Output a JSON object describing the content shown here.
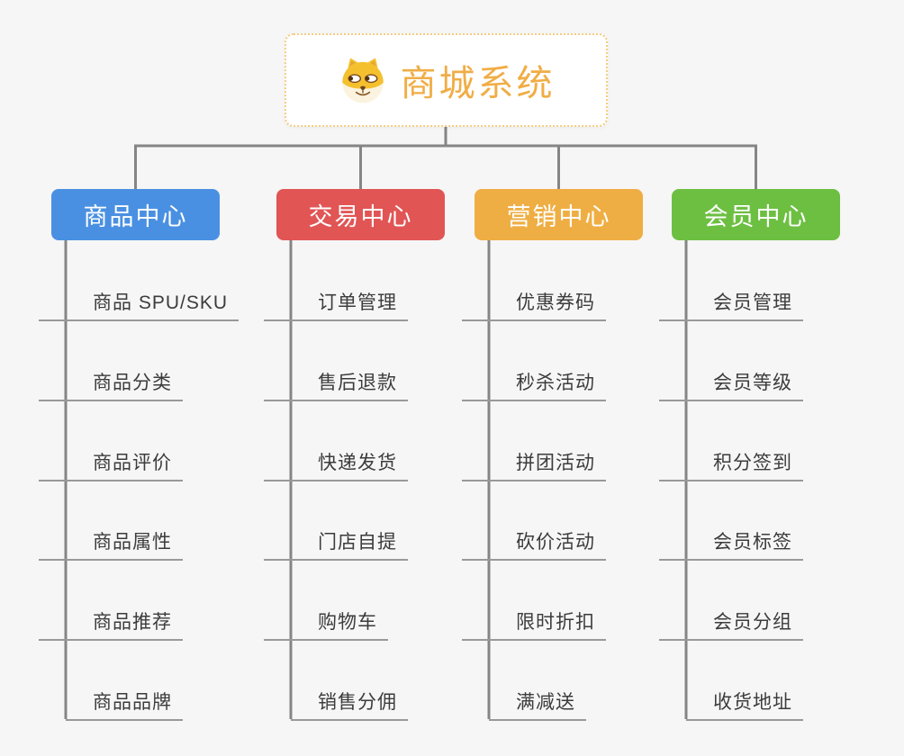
{
  "root": {
    "title": "商城系统",
    "icon": "doge-face-icon"
  },
  "branches": [
    {
      "label": "商品中心",
      "color": "#4A90E2",
      "children": [
        "商品 SPU/SKU",
        "商品分类",
        "商品评价",
        "商品属性",
        "商品推荐",
        "商品品牌"
      ]
    },
    {
      "label": "交易中心",
      "color": "#E15555",
      "children": [
        "订单管理",
        "售后退款",
        "快递发货",
        "门店自提",
        "购物车",
        "销售分佣"
      ]
    },
    {
      "label": "营销中心",
      "color": "#EFAE43",
      "children": [
        "优惠券码",
        "秒杀活动",
        "拼团活动",
        "砍价活动",
        "限时折扣",
        "满减送"
      ]
    },
    {
      "label": "会员中心",
      "color": "#6DBF42",
      "children": [
        "会员管理",
        "会员等级",
        "积分签到",
        "会员标签",
        "会员分组",
        "收货地址"
      ]
    }
  ],
  "colors": {
    "root_text": "#F0AD45",
    "root_border": "#F7CB81",
    "connector": "#858585",
    "underline": "#999999",
    "item_text": "#3C3C3C",
    "background": "#F6F6F6"
  }
}
